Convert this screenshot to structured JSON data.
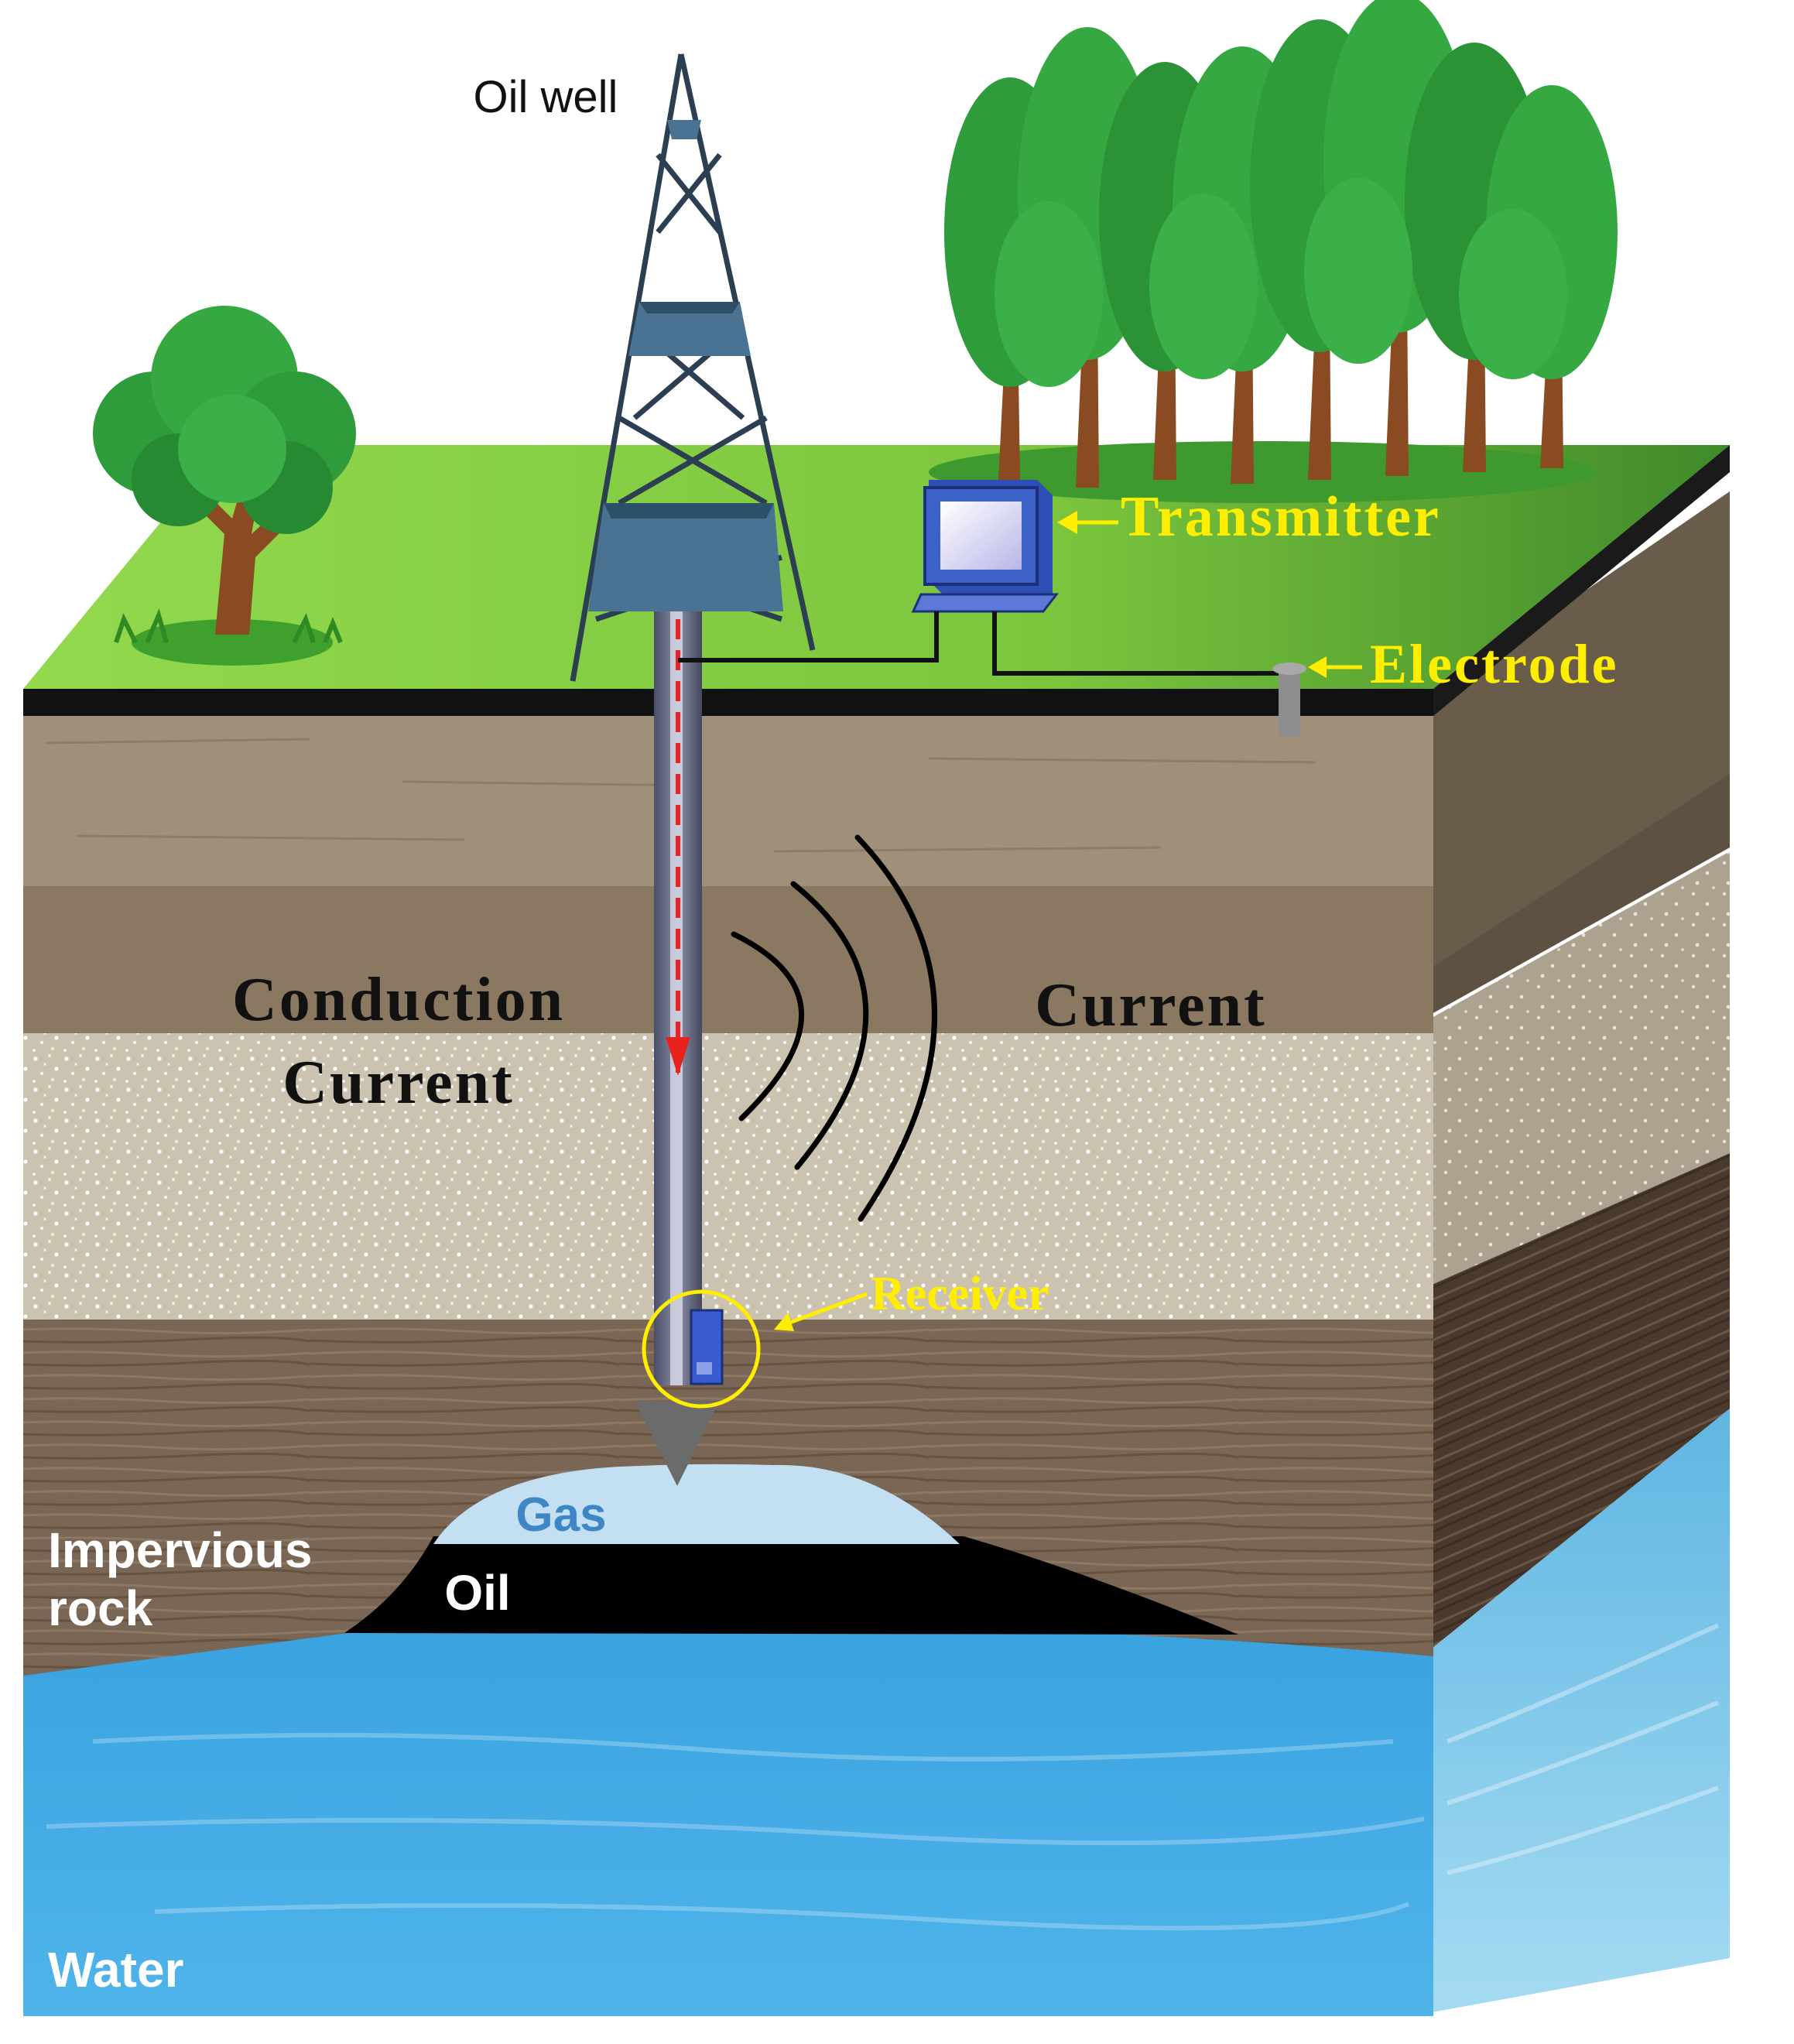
{
  "labels": {
    "oil_well": "Oil well",
    "transmitter": "Transmitter",
    "electrode": "Electrode",
    "conduction_line1": "Conduction",
    "conduction_line2": "Current",
    "current": "Current",
    "receiver": "Receiver",
    "gas": "Gas",
    "oil": "Oil",
    "impervious_line1": "Impervious",
    "impervious_line2": "rock",
    "water": "Water"
  },
  "colors": {
    "label_yellow": "#ffee00",
    "gas_text": "#3f86c4",
    "water_front": "#3ea6e2",
    "water_side": "#6fc3e8",
    "grass_top": "#8dd449",
    "layer1": "#a0907a",
    "layer2": "#8a7860",
    "layer3_sand": "#cbc2b0",
    "layer4_rock": "#7a6654",
    "tree_green": "#2e9c3a",
    "trunk": "#8a4a22",
    "derrick": "#2c3f52",
    "computer_blue": "#3c62c8"
  }
}
